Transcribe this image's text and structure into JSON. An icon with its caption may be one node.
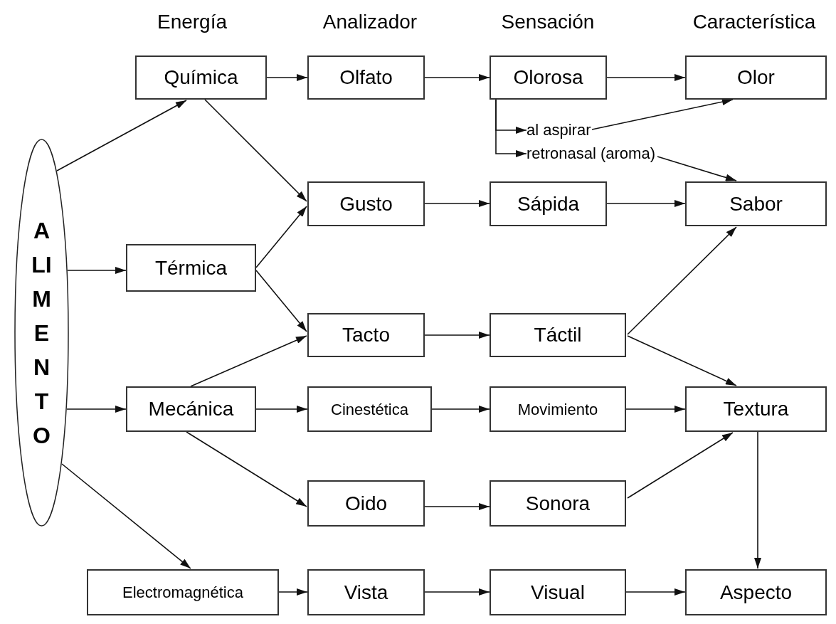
{
  "diagram": {
    "nodes": [
      {
        "text": [
          "ALIMENTO"
        ]
      },
      {
        "text": [
          "Química"
        ]
      },
      {
        "text": [
          "Olfato"
        ]
      },
      {
        "text": [
          "Olorosa"
        ]
      },
      {
        "text": [
          "Olor"
        ]
      },
      {
        "text": [
          "al aspirar"
        ]
      },
      {
        "text": [
          "retronasal (aroma)"
        ]
      },
      {
        "text": [
          "Gusto"
        ]
      },
      {
        "text": [
          "Sápida"
        ]
      },
      {
        "text": [
          "Sabor"
        ]
      },
      {
        "text": [
          "Térmica"
        ]
      },
      {
        "text": [
          "Tacto"
        ]
      },
      {
        "text": [
          "Táctil"
        ]
      },
      {
        "text": [
          "Mecánica"
        ]
      },
      {
        "text": [
          "Cinestética"
        ]
      },
      {
        "text": [
          "Movimiento"
        ]
      },
      {
        "text": [
          "Textura"
        ]
      },
      {
        "text": [
          "Oido"
        ]
      },
      {
        "text": [
          "Sonora"
        ]
      },
      {
        "text": [
          "Electromagnética"
        ]
      },
      {
        "text": [
          "Vista"
        ]
      },
      {
        "text": [
          "Visual"
        ]
      },
      {
        "text": [
          "Aspecto"
        ]
      }
    ],
    "edges": [
      {
        "from": 0,
        "to": 1,
        "arrow": "to"
      },
      {
        "from": 0,
        "to": 10,
        "arrow": "to"
      },
      {
        "from": 0,
        "to": 13,
        "arrow": "to"
      },
      {
        "from": 0,
        "to": 19,
        "arrow": "to"
      },
      {
        "from": 1,
        "to": 2,
        "arrow": "to"
      },
      {
        "from": 2,
        "to": 3,
        "arrow": "to"
      },
      {
        "from": 3,
        "to": 4,
        "arrow": "to"
      },
      {
        "from": 3,
        "to": 5,
        "arrow": "to"
      },
      {
        "from": 3,
        "to": 6,
        "arrow": "to"
      },
      {
        "from": 5,
        "to": 4,
        "arrow": "to"
      },
      {
        "from": 6,
        "to": 9,
        "arrow": "to"
      },
      {
        "from": 1,
        "to": 7,
        "arrow": "to"
      },
      {
        "from": 10,
        "to": 7,
        "arrow": "to"
      },
      {
        "from": 10,
        "to": 11,
        "arrow": "to"
      },
      {
        "from": 13,
        "to": 11,
        "arrow": "to"
      },
      {
        "from": 13,
        "to": 14,
        "arrow": "to"
      },
      {
        "from": 14,
        "to": 15,
        "arrow": "to"
      },
      {
        "from": 15,
        "to": 16,
        "arrow": "to"
      },
      {
        "from": 13,
        "to": 17,
        "arrow": "to"
      },
      {
        "from": 7,
        "to": 8,
        "arrow": "to"
      },
      {
        "from": 8,
        "to": 9,
        "arrow": "to"
      },
      {
        "from": 11,
        "to": 12,
        "arrow": "to"
      },
      {
        "from": 12,
        "to": 9,
        "arrow": "to"
      },
      {
        "from": 12,
        "to": 16,
        "arrow": "to"
      },
      {
        "from": 17,
        "to": 18,
        "arrow": "to"
      },
      {
        "from": 18,
        "to": 16,
        "arrow": "to"
      },
      {
        "from": 16,
        "to": 22,
        "arrow": "to"
      },
      {
        "from": 19,
        "to": 20,
        "arrow": "to"
      },
      {
        "from": 20,
        "to": 21,
        "arrow": "to"
      },
      {
        "from": 21,
        "to": 22,
        "arrow": "to"
      }
    ],
    "labels": [
      "Energía",
      "Analizador",
      "Sensación",
      "Característica"
    ]
  }
}
